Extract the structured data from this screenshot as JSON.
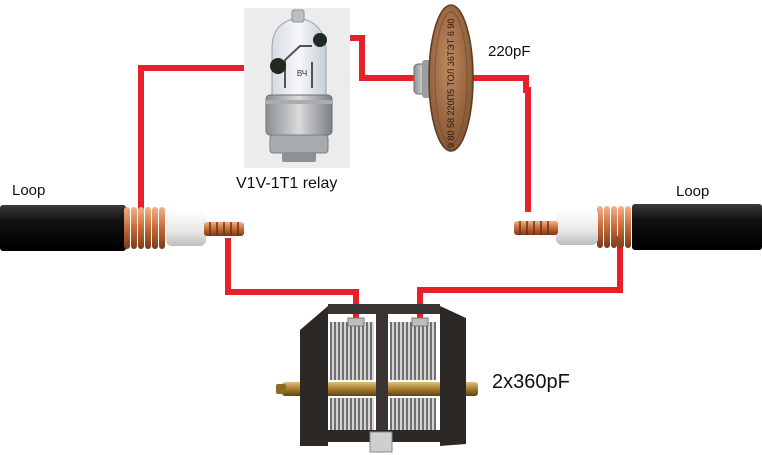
{
  "labels": {
    "loop_left": "Loop",
    "loop_right": "Loop",
    "relay": "V1V-1T1 relay",
    "capacitor": "220pF",
    "variable_capacitor": "2x360pF"
  },
  "components": {
    "relay_marking": "ВЧ",
    "capacitor_marking": "9 80 58 220П5 ТОЛ 36ТЭТ 6 90"
  },
  "colors": {
    "wire": "#e8202a",
    "cable_jacket": "#1c1c1c",
    "copper": "#c8733a",
    "dielectric": "#f0f0ee",
    "capacitor_body": "#9c6a44",
    "capacitor_frame": "#3a3532",
    "brass_shaft": "#b08a3c"
  }
}
